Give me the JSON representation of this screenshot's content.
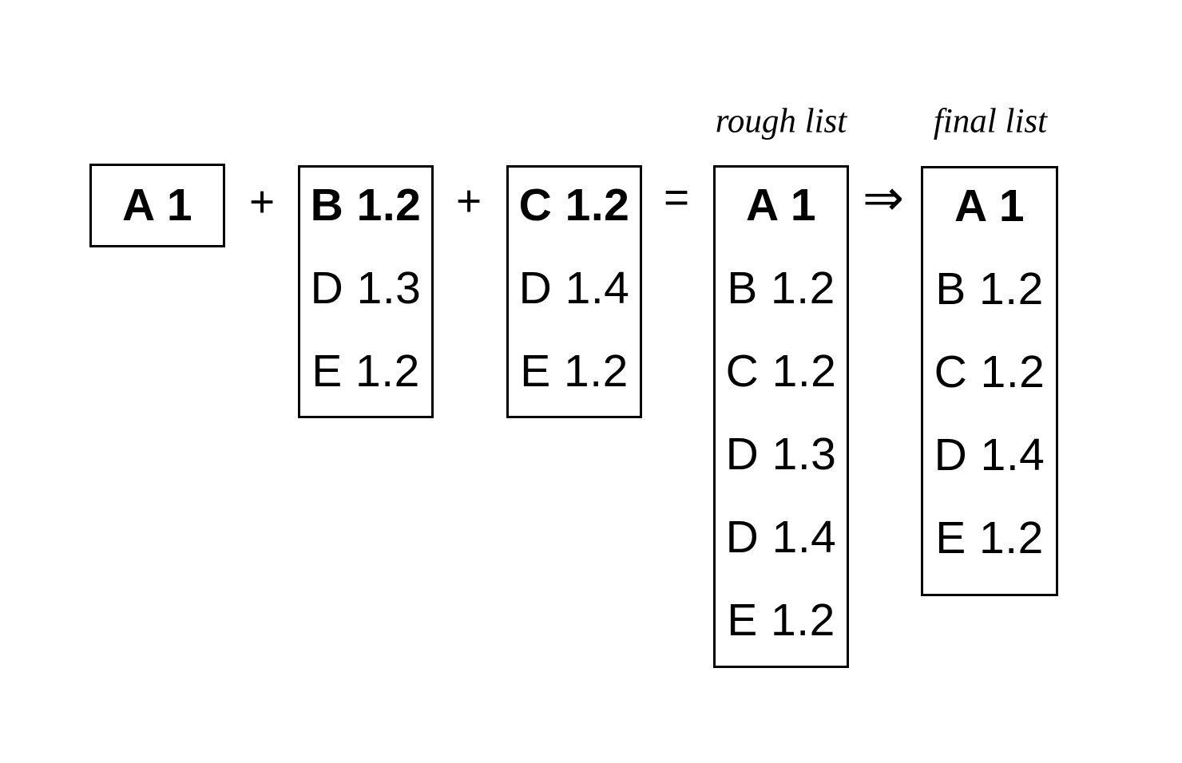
{
  "figure": {
    "column_labels": {
      "rough": "rough list",
      "final": "final list"
    },
    "operators": {
      "plus1": "+",
      "plus2": "+",
      "equals": "=",
      "implies": "⇒"
    },
    "boxes": {
      "box_a": {
        "items": [
          "A 1"
        ]
      },
      "box_b": {
        "items": [
          "B 1.2",
          "D 1.3",
          "E 1.2"
        ]
      },
      "box_c": {
        "items": [
          "C 1.2",
          "D 1.4",
          "E 1.2"
        ]
      },
      "rough_list": {
        "items": [
          "A 1",
          "B 1.2",
          "C 1.2",
          "D 1.3",
          "D 1.4",
          "E 1.2"
        ]
      },
      "final_list": {
        "items": [
          "A 1",
          "B 1.2",
          "C 1.2",
          "D 1.4",
          "E 1.2"
        ]
      }
    }
  }
}
